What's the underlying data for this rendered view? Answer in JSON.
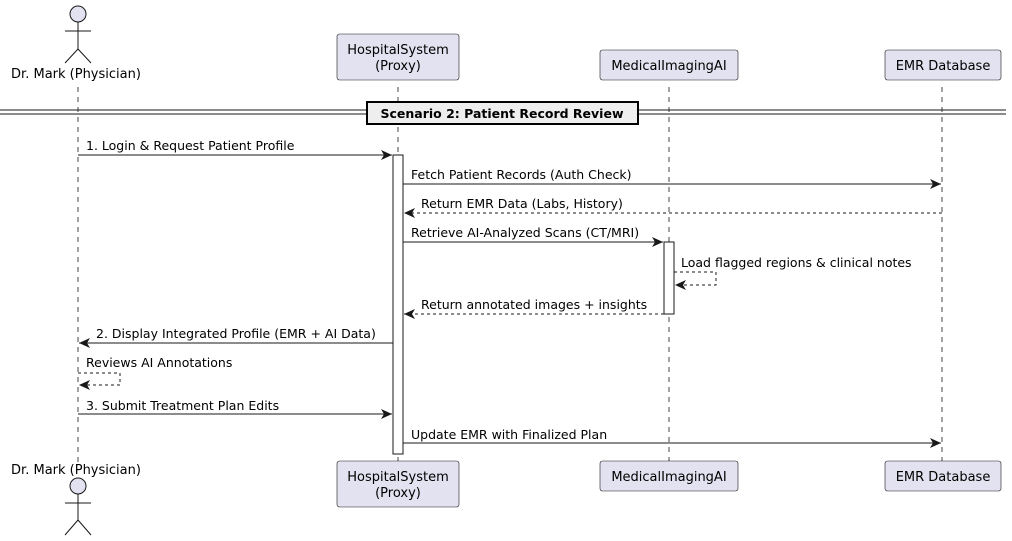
{
  "participants": [
    {
      "id": "mark",
      "kind": "actor",
      "name": "Dr. Mark (Physician)"
    },
    {
      "id": "hosp",
      "kind": "box",
      "lines": [
        "HospitalSystem",
        "(Proxy)"
      ]
    },
    {
      "id": "ai",
      "kind": "box",
      "lines": [
        "MedicalImagingAI"
      ]
    },
    {
      "id": "emr",
      "kind": "box",
      "lines": [
        "EMR Database"
      ]
    }
  ],
  "section": {
    "label": "Scenario 2: Patient Record Review"
  },
  "messages": [
    {
      "from": "mark",
      "to": "hosp",
      "style": "solid",
      "text": "1. Login & Request Patient Profile"
    },
    {
      "from": "hosp",
      "to": "emr",
      "style": "solid",
      "text": "Fetch Patient Records (Auth Check)"
    },
    {
      "from": "emr",
      "to": "hosp",
      "style": "dashed",
      "text": "Return EMR Data (Labs, History)"
    },
    {
      "from": "hosp",
      "to": "ai",
      "style": "solid",
      "text": "Retrieve AI-Analyzed Scans (CT/MRI)"
    },
    {
      "from": "ai",
      "to": "ai",
      "style": "dashed",
      "text": "Load flagged regions & clinical notes"
    },
    {
      "from": "ai",
      "to": "hosp",
      "style": "dashed",
      "text": "Return annotated images + insights"
    },
    {
      "from": "hosp",
      "to": "mark",
      "style": "solid",
      "text": "2. Display Integrated Profile (EMR + AI Data)"
    },
    {
      "from": "mark",
      "to": "mark",
      "style": "dashed",
      "text": "Reviews AI Annotations"
    },
    {
      "from": "mark",
      "to": "hosp",
      "style": "solid",
      "text": "3. Submit Treatment Plan Edits"
    },
    {
      "from": "hosp",
      "to": "emr",
      "style": "solid",
      "text": "Update EMR with Finalized Plan"
    }
  ],
  "colors": {
    "participant_fill": "#E2E2F0",
    "participant_stroke": "#181818",
    "lifeline": "#181818",
    "line": "#181818",
    "section_fill": "#EEEEEE"
  }
}
